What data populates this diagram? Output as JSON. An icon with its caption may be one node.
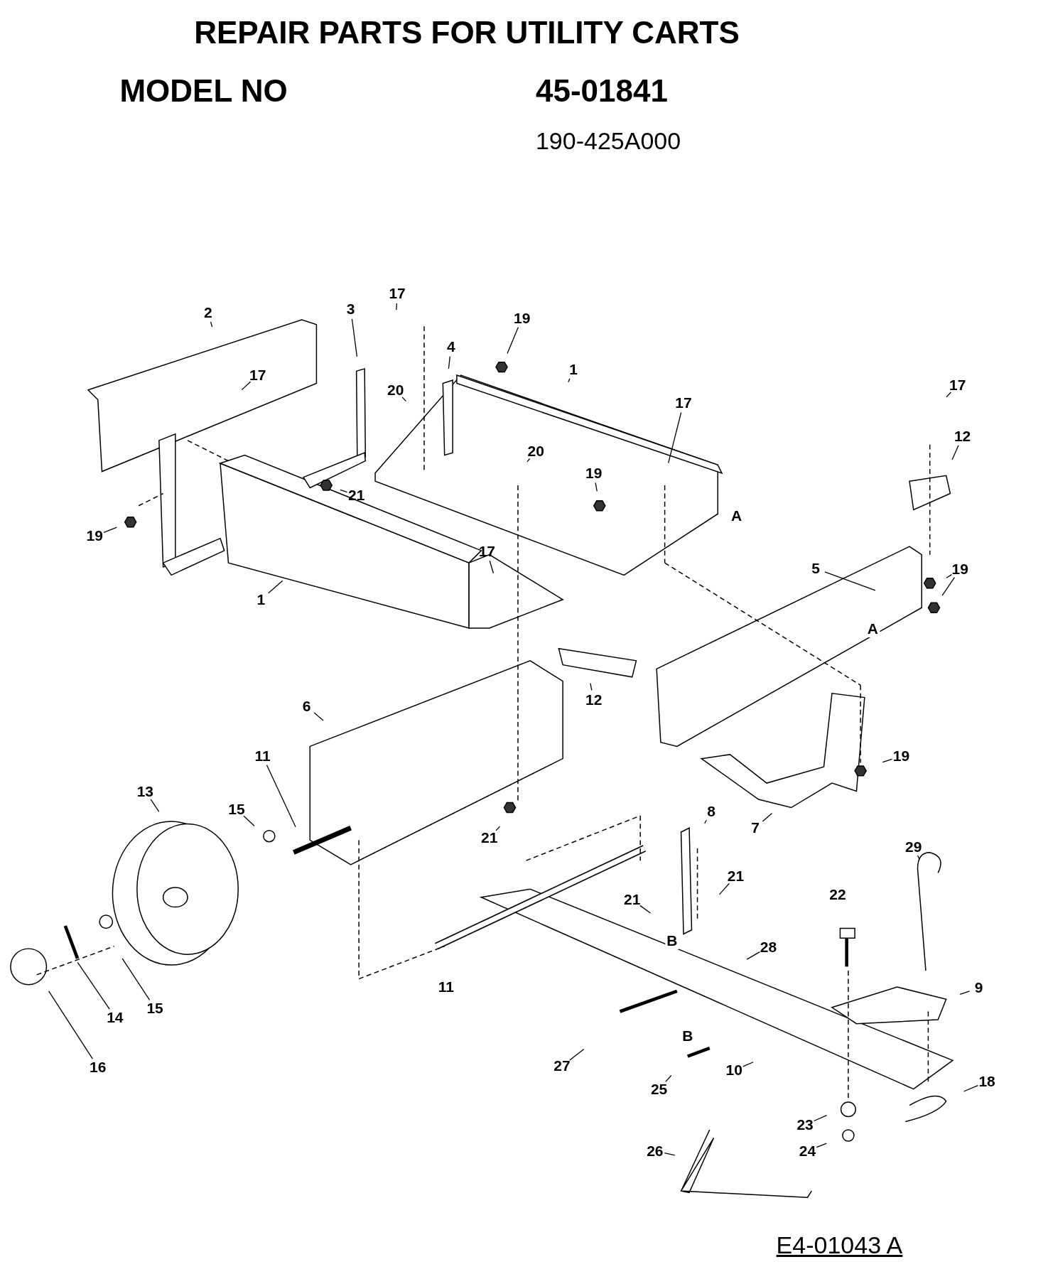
{
  "diagram": {
    "title": "REPAIR PARTS FOR UTILITY CARTS",
    "nodes": [
      {
        "text": [
          "2"
        ]
      },
      {
        "text": [
          "3"
        ]
      },
      {
        "text": [
          "17"
        ]
      },
      {
        "text": [
          "19"
        ]
      },
      {
        "text": [
          "4"
        ]
      },
      {
        "text": [
          "1"
        ]
      },
      {
        "text": [
          "17"
        ]
      },
      {
        "text": [
          "20"
        ]
      },
      {
        "text": [
          "20"
        ]
      },
      {
        "text": [
          "17"
        ]
      },
      {
        "text": [
          "17"
        ]
      },
      {
        "text": [
          "12"
        ]
      },
      {
        "text": [
          "21"
        ]
      },
      {
        "text": [
          "19"
        ]
      },
      {
        "text": [
          "19"
        ]
      },
      {
        "text": [
          "1"
        ]
      },
      {
        "text": [
          "17"
        ]
      },
      {
        "text": [
          "5"
        ]
      },
      {
        "text": [
          "19"
        ]
      },
      {
        "text": [
          "19"
        ]
      },
      {
        "text": [
          "12"
        ]
      },
      {
        "text": [
          "6"
        ]
      },
      {
        "text": [
          "11"
        ]
      },
      {
        "text": [
          "13"
        ]
      },
      {
        "text": [
          "15"
        ]
      },
      {
        "text": [
          "7"
        ]
      },
      {
        "text": [
          "8"
        ]
      },
      {
        "text": [
          "21"
        ]
      },
      {
        "text": [
          "29"
        ]
      },
      {
        "text": [
          "21"
        ]
      },
      {
        "text": [
          "21"
        ]
      },
      {
        "text": [
          "28"
        ]
      },
      {
        "text": [
          "9"
        ]
      },
      {
        "text": [
          "14"
        ]
      },
      {
        "text": [
          "15"
        ]
      },
      {
        "text": [
          "16"
        ]
      },
      {
        "text": [
          "27"
        ]
      },
      {
        "text": [
          "25"
        ]
      },
      {
        "text": [
          "10"
        ]
      },
      {
        "text": [
          "18"
        ]
      },
      {
        "text": [
          "23"
        ]
      },
      {
        "text": [
          "24"
        ]
      },
      {
        "text": [
          "26"
        ]
      }
    ],
    "edges": [
      {
        "from": 0,
        "to": null,
        "arrow": "none"
      },
      {
        "from": 1,
        "to": null,
        "arrow": "none"
      },
      {
        "from": 2,
        "to": null,
        "arrow": "none"
      },
      {
        "from": 3,
        "to": null,
        "arrow": "none"
      },
      {
        "from": 4,
        "to": null,
        "arrow": "none"
      },
      {
        "from": 5,
        "to": null,
        "arrow": "none"
      },
      {
        "from": 6,
        "to": null,
        "arrow": "none"
      },
      {
        "from": 7,
        "to": null,
        "arrow": "none"
      },
      {
        "from": 8,
        "to": null,
        "arrow": "none"
      },
      {
        "from": 9,
        "to": null,
        "arrow": "none"
      },
      {
        "from": 10,
        "to": null,
        "arrow": "none"
      },
      {
        "from": 11,
        "to": null,
        "arrow": "none"
      },
      {
        "from": 12,
        "to": null,
        "arrow": "none"
      },
      {
        "from": 13,
        "to": null,
        "arrow": "none"
      },
      {
        "from": 14,
        "to": null,
        "arrow": "none"
      },
      {
        "from": 15,
        "to": null,
        "arrow": "none"
      },
      {
        "from": 16,
        "to": null,
        "arrow": "none"
      },
      {
        "from": 17,
        "to": null,
        "arrow": "none"
      },
      {
        "from": 18,
        "to": null,
        "arrow": "none"
      },
      {
        "from": 18,
        "to": null,
        "arrow": "none"
      },
      {
        "from": 19,
        "to": null,
        "arrow": "none"
      },
      {
        "from": 20,
        "to": null,
        "arrow": "none"
      },
      {
        "from": 21,
        "to": null,
        "arrow": "none"
      },
      {
        "from": 22,
        "to": null,
        "arrow": "none"
      },
      {
        "from": 23,
        "to": null,
        "arrow": "none"
      },
      {
        "from": 24,
        "to": null,
        "arrow": "none"
      },
      {
        "from": 25,
        "to": null,
        "arrow": "none"
      },
      {
        "from": 26,
        "to": null,
        "arrow": "none"
      },
      {
        "from": 27,
        "to": null,
        "arrow": "none"
      },
      {
        "from": 28,
        "to": null,
        "arrow": "none"
      },
      {
        "from": 29,
        "to": null,
        "arrow": "none"
      },
      {
        "from": 30,
        "to": null,
        "arrow": "none"
      },
      {
        "from": 31,
        "to": null,
        "arrow": "none"
      },
      {
        "from": 32,
        "to": null,
        "arrow": "none"
      },
      {
        "from": 33,
        "to": null,
        "arrow": "none"
      },
      {
        "from": 34,
        "to": null,
        "arrow": "none"
      },
      {
        "from": 35,
        "to": null,
        "arrow": "none"
      },
      {
        "from": 36,
        "to": null,
        "arrow": "none"
      },
      {
        "from": 37,
        "to": null,
        "arrow": "none"
      },
      {
        "from": 38,
        "to": null,
        "arrow": "none"
      },
      {
        "from": 39,
        "to": null,
        "arrow": "none"
      },
      {
        "from": 40,
        "to": null,
        "arrow": "none"
      },
      {
        "from": 41,
        "to": null,
        "arrow": "none"
      },
      {
        "from": 42,
        "to": null,
        "arrow": "none"
      }
    ],
    "labels": [
      "MODEL NO",
      "45-01841",
      "190-425A000",
      "A",
      "A",
      "22",
      "B",
      "11",
      "B",
      "E4-01043 A"
    ]
  }
}
